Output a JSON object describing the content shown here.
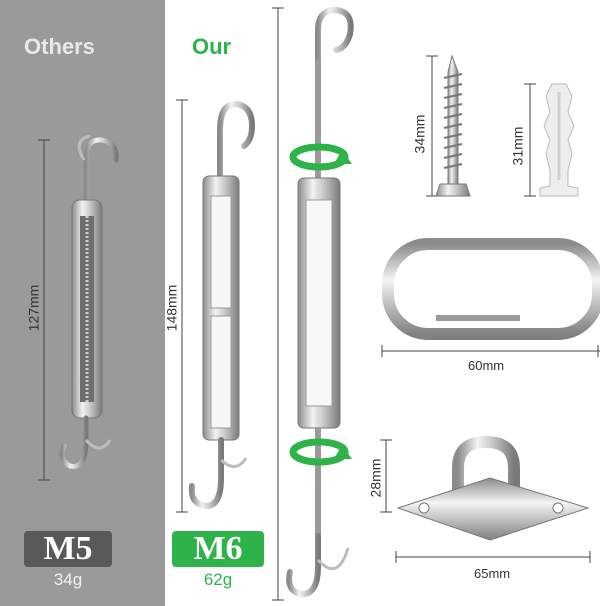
{
  "headings": {
    "others": "Others",
    "our": "Our"
  },
  "variants": [
    {
      "badge": "M5",
      "weight": "34g",
      "length": "127mm"
    },
    {
      "badge": "M6",
      "weight": "62g",
      "length": "148mm"
    }
  ],
  "parts": {
    "screw": "34mm",
    "anchor": "31mm",
    "carabiner": "60mm",
    "eye_plate_height": "28mm",
    "eye_plate_width": "65mm"
  },
  "colors": {
    "accent_green": "#2db34a",
    "badge_gray": "#595959",
    "panel_gray": "#9a9a9a"
  }
}
